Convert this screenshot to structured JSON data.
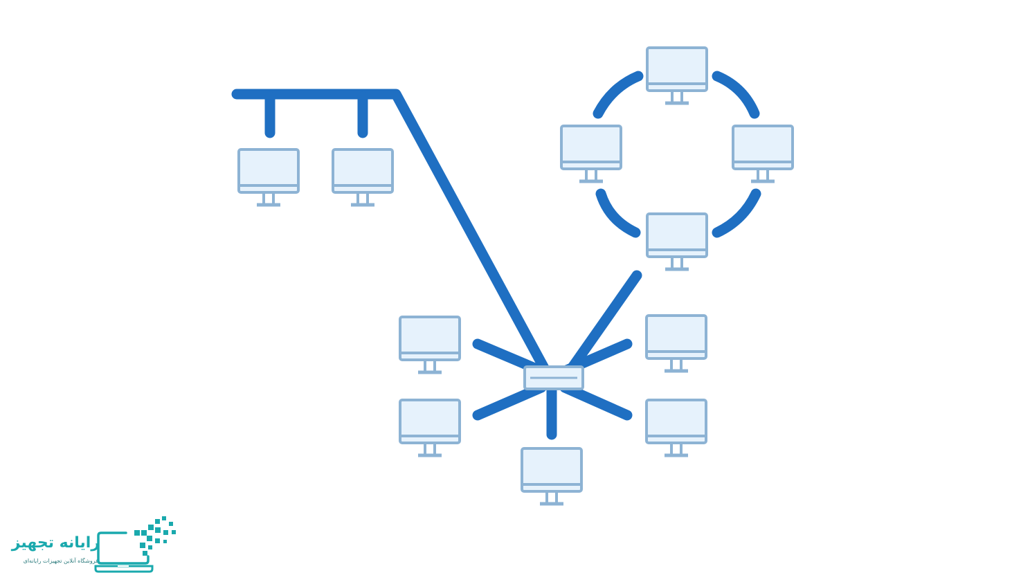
{
  "brand": {
    "title": "رایانه تجهیز",
    "subtitle": "فروشگاه آنلاین تجهیزات رایانه‌ای",
    "logo_icon": "laptop-pixels-icon",
    "color": "#1aa9ad"
  },
  "diagram": {
    "topologies": [
      "bus",
      "ring",
      "star"
    ],
    "link_color": "#1f6fc2",
    "node_icon": "computer-monitor-icon",
    "node_color": "#8db3d4",
    "screen_fill": "#e6f2fc",
    "hub_icon": "switch-icon"
  }
}
